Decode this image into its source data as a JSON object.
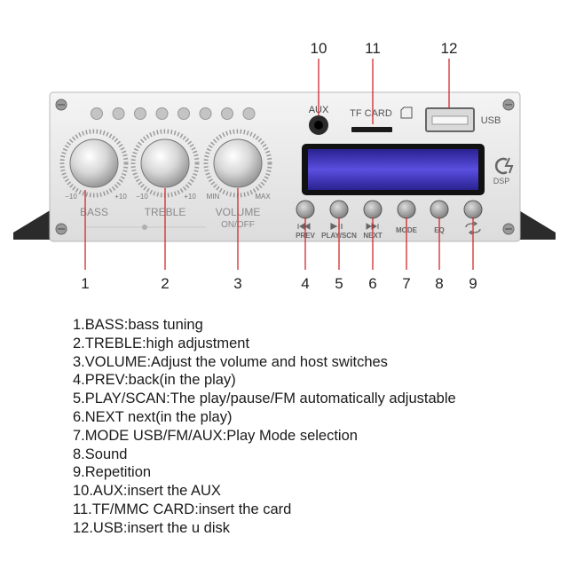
{
  "device": {
    "knobs": [
      {
        "label": "BASS",
        "min": "−10",
        "max": "+10"
      },
      {
        "label": "TREBLE",
        "min": "−10",
        "max": "+10"
      },
      {
        "label": "VOLUME",
        "sub": "ON/OFF",
        "min": "MIN",
        "max": "MAX"
      }
    ],
    "aux_label": "AUX",
    "tf_label": "TF CARD",
    "usb_label": "USB",
    "dsp_label": "DSP",
    "buttons": [
      {
        "label": "PREV",
        "icon": "prev-icon"
      },
      {
        "label": "PLAY/SCN",
        "icon": "play-pause-icon"
      },
      {
        "label": "NEXT",
        "icon": "next-icon"
      },
      {
        "label": "MODE",
        "icon": ""
      },
      {
        "label": "EQ",
        "icon": ""
      },
      {
        "label": "",
        "icon": "repeat-icon"
      }
    ],
    "display_color": "#4a3fd0"
  },
  "callouts": {
    "bass": "1",
    "treble": "2",
    "volume": "3",
    "prev": "4",
    "play": "5",
    "next": "6",
    "mode": "7",
    "eq": "8",
    "repeat": "9",
    "aux": "10",
    "tf": "11",
    "usb": "12"
  },
  "legend": [
    "1.BASS:bass tuning",
    "2.TREBLE:high adjustment",
    "3.VOLUME:Adjust the volume and host switches",
    "4.PREV:back(in the play)",
    "5.PLAY/SCAN:The play/pause/FM automatically adjustable",
    "6.NEXT next(in the play)",
    "7.MODE USB/FM/AUX:Play Mode selection",
    "8.Sound",
    "9.Repetition",
    "10.AUX:insert the AUX",
    "11.TF/MMC CARD:insert the card",
    "12.USB:insert the u disk"
  ],
  "colors": {
    "callout_line": "#d0282c",
    "panel": "#ececec",
    "label": "#8a8a8a"
  }
}
